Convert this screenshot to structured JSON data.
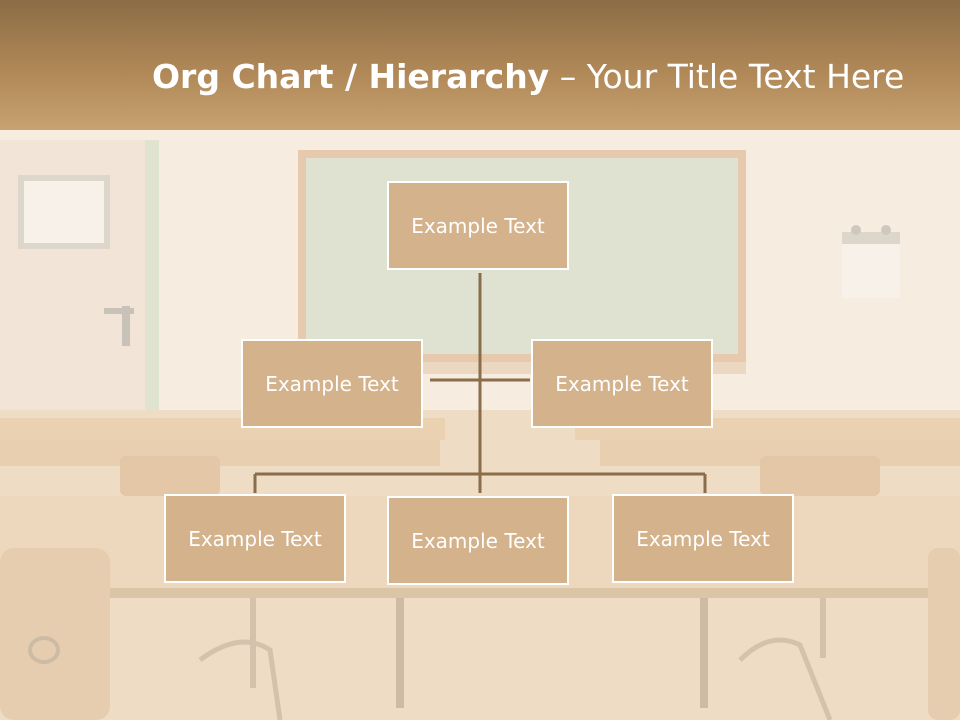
{
  "slide": {
    "title_bold": "Org Chart / Hierarchy",
    "title_dash": " – ",
    "title_rest": "Your Title Text Here"
  },
  "org_chart": {
    "root": "Example Text",
    "level2": [
      "Example Text",
      "Example Text"
    ],
    "level3": [
      "Example Text",
      "Example Text",
      "Example Text"
    ]
  },
  "colors": {
    "node_fill": "#d3b28c",
    "node_border": "#ffffff",
    "connector": "#8a6d4a",
    "title_band": "#b08858"
  }
}
